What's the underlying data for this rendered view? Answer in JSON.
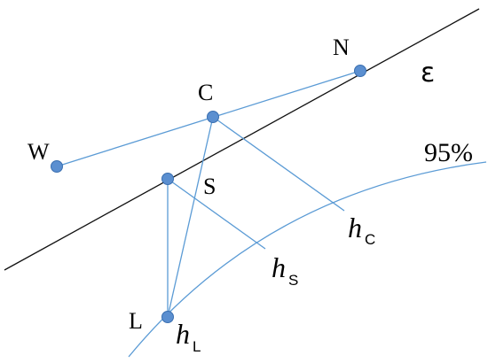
{
  "diagram": {
    "colors": {
      "black_line": "#111111",
      "blue_line": "#5b9bd5",
      "point_fill": "#5b8fd0",
      "point_stroke": "#3a6fb0"
    },
    "labels": {
      "N": "N",
      "C": "C",
      "W": "W",
      "S": "S",
      "L": "L",
      "epsilon": "ε",
      "percent": "95%",
      "hC_main": "h",
      "hC_sub": "C",
      "hS_main": "h",
      "hS_sub": "S",
      "hL_main": "h",
      "hL_sub": "L"
    }
  }
}
